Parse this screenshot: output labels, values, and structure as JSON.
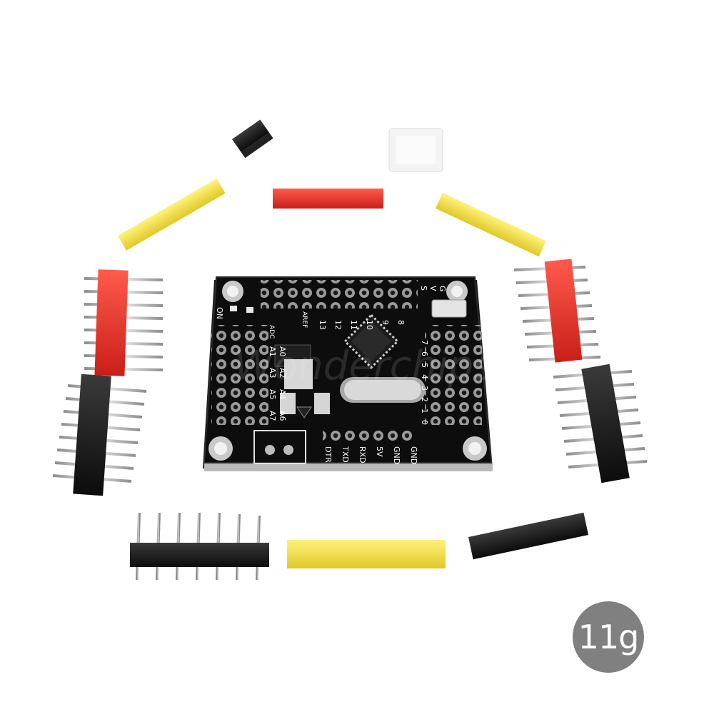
{
  "badge": {
    "weight": "11g"
  },
  "board": {
    "top_labels": [
      "13",
      "12",
      "11",
      "10",
      "9",
      "8"
    ],
    "right_labels": [
      "7",
      "6",
      "5",
      "4",
      "3",
      "2",
      "1",
      "0"
    ],
    "left_labels": [
      "A7",
      "A6",
      "A5",
      "A4",
      "A3",
      "A2",
      "A1",
      "A0"
    ],
    "bottom_labels": [
      "DTR",
      "TXD",
      "RXD",
      "5V",
      "GND",
      "GND"
    ],
    "corner_labels": {
      "s": "S",
      "v": "V",
      "g": "G",
      "on": "ON",
      "aref": "AREF",
      "adc": "ADC"
    }
  },
  "watermark": "Wonderchips",
  "colors": {
    "pcb": "#0e0e0e",
    "header_black": "#1a1a1a",
    "header_red": "#e8322a",
    "header_yellow": "#f3e24a",
    "badge": "#808080",
    "pin": "#b5b5b5"
  }
}
